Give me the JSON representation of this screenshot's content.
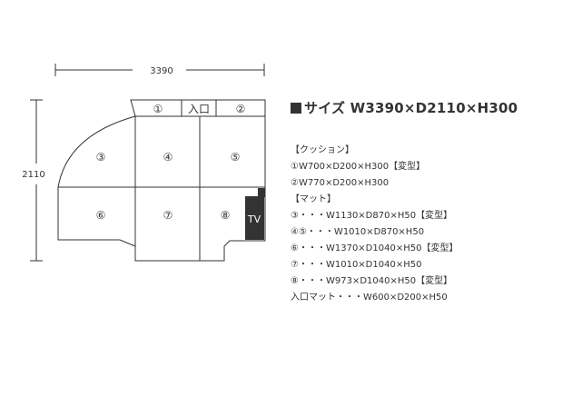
{
  "dimensions": {
    "width": "3390",
    "depth": "2110"
  },
  "cushions": [
    {
      "label": "①"
    },
    {
      "label": "入口"
    },
    {
      "label": "②"
    }
  ],
  "mats": [
    {
      "label": "③"
    },
    {
      "label": "④"
    },
    {
      "label": "⑤"
    },
    {
      "label": "⑥"
    },
    {
      "label": "⑦"
    },
    {
      "label": "⑧"
    }
  ],
  "tv": {
    "label": "TV"
  },
  "spec": {
    "title": "サイズ W3390×D2110×H300",
    "lines": [
      "【クッション】",
      "①W700×D200×H300【変型】",
      "②W770×D200×H300",
      "【マット】",
      "③・・・W1130×D870×H50【変型】",
      "④⑤・・・W1010×D870×H50",
      "⑥・・・W1370×D1040×H50【変型】",
      "⑦・・・W1010×D1040×H50",
      "⑧・・・W973×D1040×H50【変型】",
      "入口マット・・・W600×D200×H50"
    ]
  }
}
